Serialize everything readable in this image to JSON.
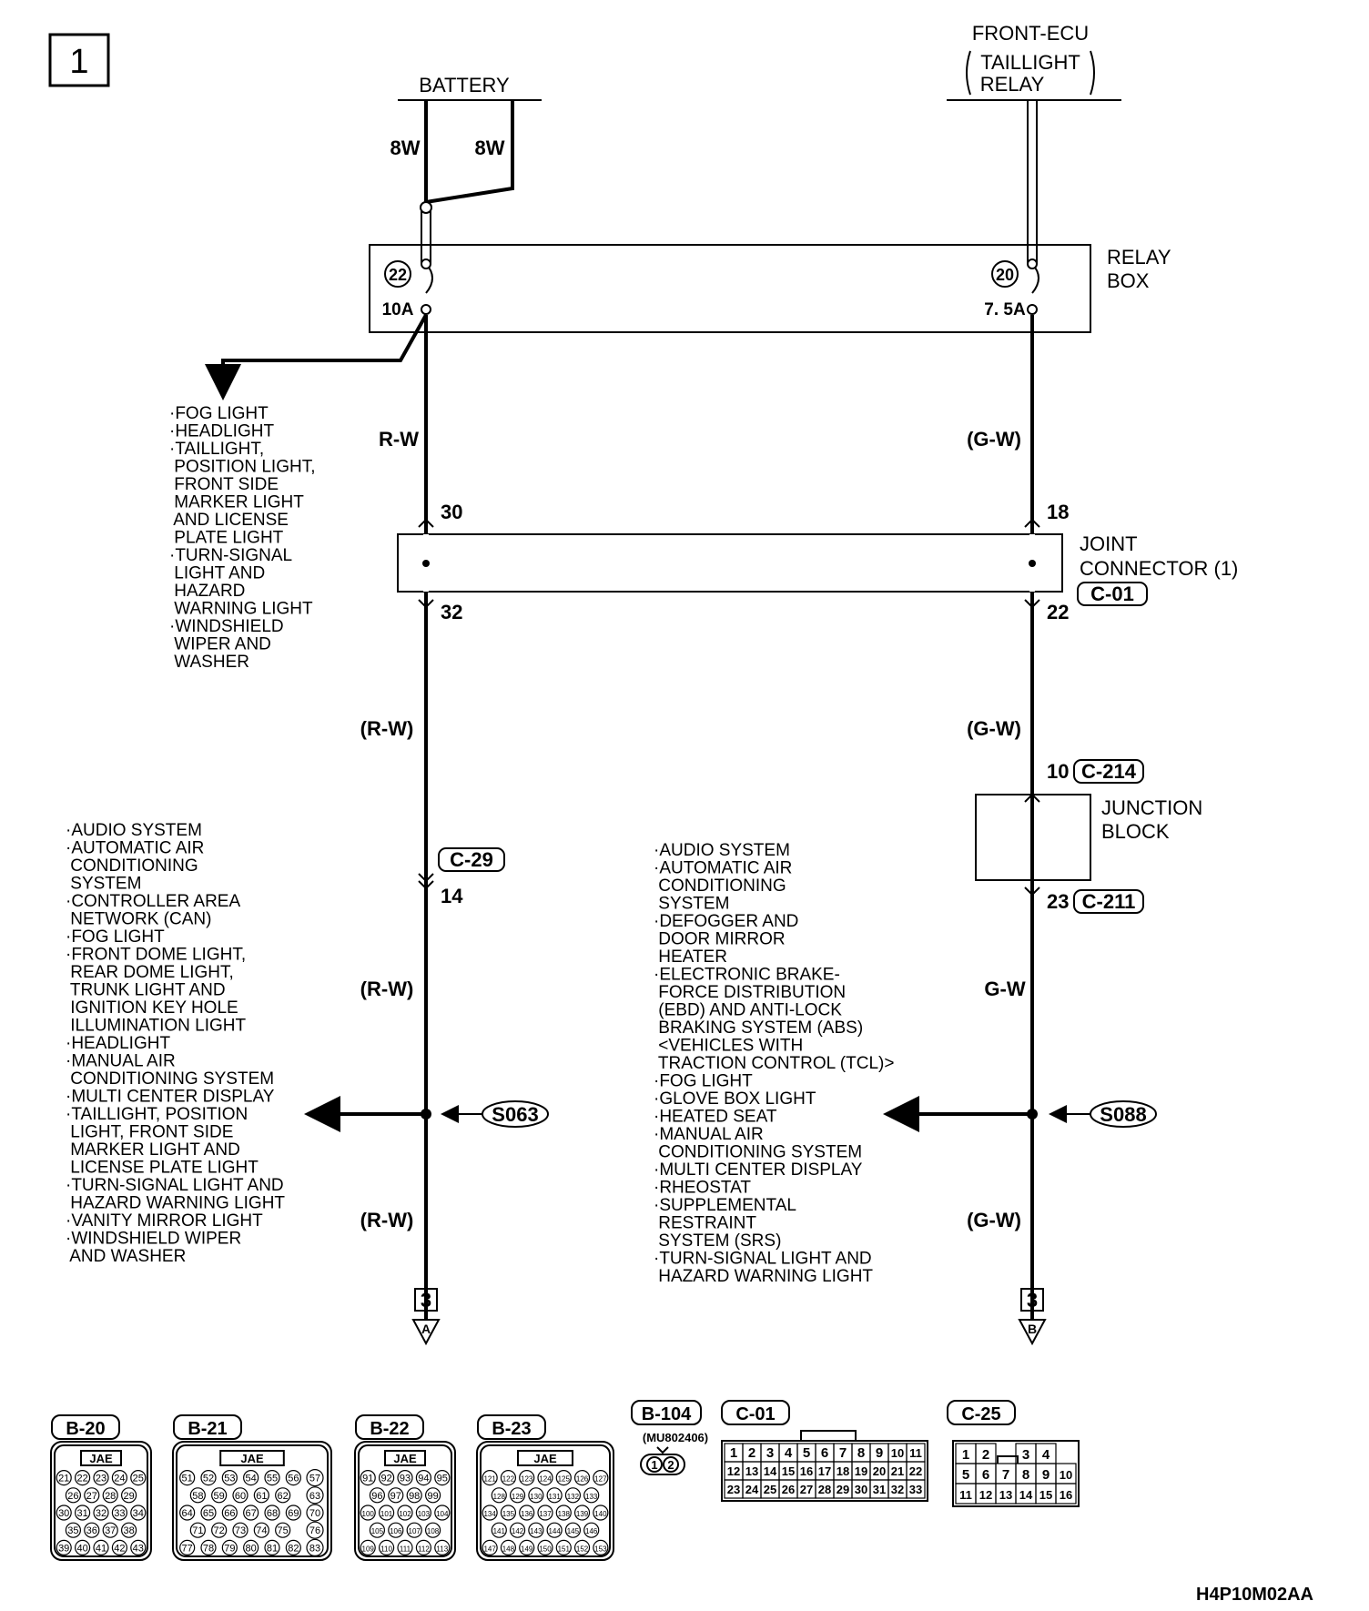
{
  "page_number": "1",
  "diagram_code": "H4P10M02AA",
  "battery": {
    "label": "BATTERY",
    "wire_left": "8W",
    "wire_right": "8W"
  },
  "front_ecu": {
    "title": "FRONT-ECU",
    "sub1": "TAILLIGHT",
    "sub2": "RELAY"
  },
  "relay_box": {
    "line1": "RELAY",
    "line2": "BOX",
    "fuse_left_no": "22",
    "fuse_left_amp": "10A",
    "fuse_right_no": "20",
    "fuse_right_amp": "7. 5A"
  },
  "fuse22_branch_list": [
    "·FOG LIGHT",
    "·HEADLIGHT",
    "·TAILLIGHT,",
    " POSITION LIGHT,",
    " FRONT SIDE",
    " MARKER LIGHT",
    " AND LICENSE",
    " PLATE LIGHT",
    "·TURN-SIGNAL",
    " LIGHT AND",
    " HAZARD",
    " WARNING LIGHT",
    "·WINDSHIELD",
    " WIPER AND",
    " WASHER"
  ],
  "wire_colors": {
    "left_1": "R-W",
    "right_1": "(G-W)",
    "left_2": "(R-W)",
    "right_2": "(G-W)",
    "left_3": "(R-W)",
    "right_3": "G-W",
    "left_4": "(R-W)",
    "right_4": "(G-W)"
  },
  "joint_connector": {
    "line1": "JOINT",
    "line2": "CONNECTOR (1)",
    "code": "C-01",
    "pin_left_in": "30",
    "pin_left_out": "32",
    "pin_right_in": "18",
    "pin_right_out": "22"
  },
  "junction_block": {
    "line1": "JUNCTION",
    "line2": "BLOCK",
    "pin_in": "10",
    "code_in": "C-214",
    "pin_out": "23",
    "code_out": "C-211"
  },
  "connector_c29": {
    "code": "C-29",
    "pin": "14"
  },
  "splice_left": "S063",
  "splice_right": "S088",
  "left_systems": [
    "·AUDIO SYSTEM",
    "·AUTOMATIC AIR",
    " CONDITIONING",
    " SYSTEM",
    "·CONTROLLER AREA",
    " NETWORK (CAN)",
    "·FOG LIGHT",
    "·FRONT DOME LIGHT,",
    " REAR DOME LIGHT,",
    " TRUNK LIGHT AND",
    " IGNITION KEY HOLE",
    " ILLUMINATION LIGHT",
    "·HEADLIGHT",
    "·MANUAL AIR",
    " CONDITIONING SYSTEM",
    "·MULTI CENTER DISPLAY",
    "·TAILLIGHT, POSITION",
    " LIGHT, FRONT SIDE",
    " MARKER LIGHT AND",
    " LICENSE PLATE LIGHT",
    "·TURN-SIGNAL LIGHT AND",
    " HAZARD WARNING LIGHT",
    "·VANITY MIRROR LIGHT",
    "·WINDSHIELD WIPER",
    " AND WASHER"
  ],
  "right_systems": [
    "·AUDIO SYSTEM",
    "·AUTOMATIC AIR",
    " CONDITIONING",
    " SYSTEM",
    "·DEFOGGER AND",
    " DOOR MIRROR",
    " HEATER",
    "·ELECTRONIC BRAKE-",
    " FORCE DISTRIBUTION",
    " (EBD) AND ANTI-LOCK",
    " BRAKING SYSTEM (ABS)",
    " <VEHICLES WITH",
    " TRACTION CONTROL (TCL)>",
    "·FOG LIGHT",
    "·GLOVE BOX LIGHT",
    "·HEATED SEAT",
    "·MANUAL AIR",
    " CONDITIONING SYSTEM",
    "·MULTI CENTER DISPLAY",
    "·RHEOSTAT",
    "·SUPPLEMENTAL",
    " RESTRAINT",
    " SYSTEM (SRS)",
    "·TURN-SIGNAL LIGHT AND",
    " HAZARD WARNING LIGHT"
  ],
  "continuation_left": {
    "page": "3",
    "letter": "A"
  },
  "continuation_right": {
    "page": "3",
    "letter": "B"
  },
  "connector_views": {
    "b20": {
      "code": "B-20",
      "maker": "JAE",
      "rows": [
        [
          "21",
          "22",
          "23",
          "24",
          "25"
        ],
        [
          "26",
          "27",
          "28",
          "29"
        ],
        [
          "30",
          "31",
          "32",
          "33",
          "34"
        ],
        [
          "35",
          "36",
          "37",
          "38"
        ],
        [
          "39",
          "40",
          "41",
          "42",
          "43"
        ]
      ]
    },
    "b21": {
      "code": "B-21",
      "maker": "JAE",
      "rows": [
        [
          "51",
          "52",
          "53",
          "54",
          "55",
          "56"
        ],
        [
          "58",
          "59",
          "60",
          "61",
          "62"
        ],
        [
          "64",
          "65",
          "66",
          "67",
          "68",
          "69"
        ],
        [
          "71",
          "72",
          "73",
          "74",
          "75"
        ],
        [
          "77",
          "78",
          "79",
          "80",
          "81",
          "82"
        ]
      ],
      "side_pins": [
        "57",
        "63",
        "70",
        "76",
        "83"
      ]
    },
    "b22": {
      "code": "B-22",
      "maker": "JAE",
      "rows": [
        [
          "91",
          "92",
          "93",
          "94",
          "95"
        ],
        [
          "96",
          "97",
          "98",
          "99"
        ],
        [
          "100",
          "101",
          "102",
          "103",
          "104"
        ],
        [
          "105",
          "106",
          "107",
          "108"
        ],
        [
          "109",
          "110",
          "111",
          "112",
          "113"
        ]
      ]
    },
    "b23": {
      "code": "B-23",
      "maker": "JAE",
      "rows": [
        [
          "121",
          "122",
          "123",
          "124",
          "125",
          "126",
          "127"
        ],
        [
          "128",
          "129",
          "130",
          "131",
          "132",
          "133"
        ],
        [
          "134",
          "135",
          "136",
          "137",
          "138",
          "139",
          "140"
        ],
        [
          "141",
          "142",
          "143",
          "144",
          "145",
          "146"
        ],
        [
          "147",
          "148",
          "149",
          "150",
          "151",
          "152",
          "153"
        ]
      ]
    },
    "b104": {
      "code": "B-104",
      "part": "(MU802406)",
      "pins": [
        "1",
        "2"
      ]
    },
    "c01": {
      "code": "C-01",
      "rows": [
        [
          "1",
          "2",
          "3",
          "4",
          "5",
          "6",
          "7",
          "8",
          "9",
          "10",
          "11"
        ],
        [
          "12",
          "13",
          "14",
          "15",
          "16",
          "17",
          "18",
          "19",
          "20",
          "21",
          "22"
        ],
        [
          "23",
          "24",
          "25",
          "26",
          "27",
          "28",
          "29",
          "30",
          "31",
          "32",
          "33"
        ]
      ]
    },
    "c25": {
      "code": "C-25",
      "rows": [
        [
          "1",
          "2",
          "",
          "3",
          "4"
        ],
        [
          "5",
          "6",
          "7",
          "8",
          "9",
          "10"
        ],
        [
          "11",
          "12",
          "13",
          "14",
          "15",
          "16"
        ]
      ]
    }
  }
}
